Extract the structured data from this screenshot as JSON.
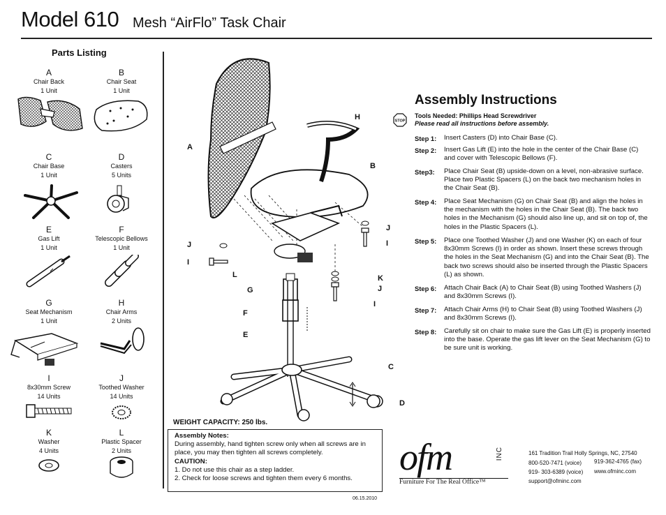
{
  "header": {
    "model": "Model 610",
    "subtitle": "Mesh “AirFlo” Task Chair"
  },
  "parts": {
    "title": "Parts Listing",
    "items": [
      {
        "letter": "A",
        "name": "Chair Back",
        "qty": "1 Unit"
      },
      {
        "letter": "B",
        "name": "Chair Seat",
        "qty": "1 Unit"
      },
      {
        "letter": "C",
        "name": "Chair Base",
        "qty": "1 Unit"
      },
      {
        "letter": "D",
        "name": "Casters",
        "qty": "5 Units"
      },
      {
        "letter": "E",
        "name": "Gas Lift",
        "qty": "1 Unit"
      },
      {
        "letter": "F",
        "name": "Telescopic Bellows",
        "qty": "1 Unit"
      },
      {
        "letter": "G",
        "name": "Seat Mechanism",
        "qty": "1 Unit"
      },
      {
        "letter": "H",
        "name": "Chair Arms",
        "qty": "2 Units"
      },
      {
        "letter": "I",
        "name": "8x30mm Screw",
        "qty": "14 Units"
      },
      {
        "letter": "J",
        "name": "Toothed Washer",
        "qty": "14 Units"
      },
      {
        "letter": "K",
        "name": "Washer",
        "qty": "4 Units"
      },
      {
        "letter": "L",
        "name": "Plastic Spacer",
        "qty": "2 Units"
      }
    ]
  },
  "diagram": {
    "callouts": {
      "a": "A",
      "b": "B",
      "c": "C",
      "d": "D",
      "e": "E",
      "f": "F",
      "g": "G",
      "h": "H",
      "i1": "I",
      "i2": "I",
      "i3": "I",
      "j1": "J",
      "j2": "J",
      "j3": "J",
      "k": "K",
      "l": "L"
    }
  },
  "assembly": {
    "title": "Assembly Instructions",
    "stop_icon": "stop-sign-icon",
    "stop_text": "STOP",
    "tools": "Tools Needed: Phillips Head Screwdriver",
    "read_note": "Please read all instructions before assembly.",
    "steps": [
      {
        "label": "Step 1:",
        "text": "Insert Casters (D) into Chair Base (C)."
      },
      {
        "label": "Step 2:",
        "text": "Insert Gas Lift (E) into the hole in the center of the Chair Base (C) and cover with Telescopic Bellows (F)."
      },
      {
        "label": "Step3:",
        "text": "Place Chair Seat (B) upside-down on a level, non-abrasive surface. Place two Plastic Spacers (L) on the back two mechanism holes in the Chair Seat (B)."
      },
      {
        "label": "Step 4:",
        "text": "Place Seat Mechanism (G) on Chair Seat (B) and align the holes in the mechanism with the holes in the Chair Seat (B). The back two holes in the Mechanism (G) should also line up, and sit on top of, the holes in the Plastic Spacers (L)."
      },
      {
        "label": "Step 5:",
        "text": "Place one Toothed Washer (J) and one Washer (K) on each of four 8x30mm Screws (I) in order as shown. Insert these screws through the holes in the Seat Mechanism (G) and into the Chair Seat (B). The back two screws should also be inserted through the Plastic Spacers (L) as shown."
      },
      {
        "label": "Step 6:",
        "text": "Attach Chair Back (A) to Chair Seat (B) using Toothed Washers (J) and 8x30mm Screws (I)."
      },
      {
        "label": "Step 7:",
        "text": "Attach Chair Arms (H) to Chair Seat (B) using Toothed Washers (J) and 8x30mm Screws (I)."
      },
      {
        "label": "Step 8:",
        "text": "Carefully sit on chair to make sure the Gas Lift (E) is properly inserted into the base. Operate the gas lift lever on the Seat Mechanism (G) to be sure unit is working."
      }
    ]
  },
  "weight": "WEIGHT CAPACITY: 250 lbs.",
  "notes": {
    "title": "Assembly Notes:",
    "text": "During assembly, hand tighten screw only when all screws are in place, you may then tighten all screws completely.",
    "caution_title": "CAUTION:",
    "caution_1": "1. Do not use this chair as a step ladder.",
    "caution_2": "2. Check for loose screws and tighten them every 6 months."
  },
  "date": "06.15.2010",
  "company": {
    "logo_text": "ofm",
    "logo_inc": "INC",
    "tagline": "Furniture For The Real Office™",
    "address": "161 Tradition Trail  Holly Springs, NC, 27540",
    "phone_voice": "800-520-7471 (voice)",
    "fax": "919-362-4765 (fax)",
    "phone_voice2": "919- 303-6389 (voice)",
    "web": "www.ofminc.com",
    "email": "support@ofminc.com"
  }
}
